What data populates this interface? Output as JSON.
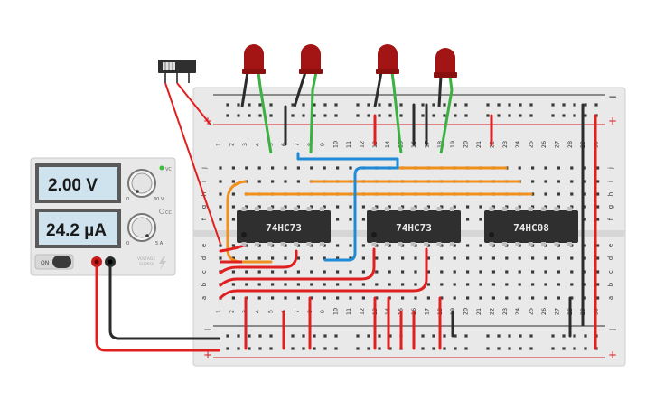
{
  "power_supply": {
    "voltage_display": "2.00 V",
    "current_display": "24.2 µA",
    "on_label": "ON",
    "voltage_knob_min": "0",
    "voltage_knob_max": "30 V",
    "current_knob_min": "0",
    "current_knob_max": "5 A",
    "vc_label": "VC",
    "cc_label": "CC",
    "brand_label_line1": "VOLTAGE",
    "brand_label_line2": "SUPPLY"
  },
  "chips": [
    {
      "label": "74HC73"
    },
    {
      "label": "74HC73"
    },
    {
      "label": "74HC08"
    }
  ],
  "breadboard": {
    "rail_plus": "+",
    "rail_minus": "−",
    "row_letters_top": [
      "j",
      "i",
      "h",
      "g",
      "f"
    ],
    "row_letters_bottom": [
      "e",
      "d",
      "c",
      "b",
      "a"
    ],
    "columns": [
      "1",
      "2",
      "3",
      "4",
      "5",
      "6",
      "7",
      "8",
      "9",
      "10",
      "11",
      "12",
      "13",
      "14",
      "15",
      "16",
      "17",
      "18",
      "19",
      "20",
      "21",
      "22",
      "23",
      "24",
      "25",
      "26",
      "27",
      "28",
      "29",
      "30"
    ]
  },
  "leds": [
    {
      "color": "#a31515"
    },
    {
      "color": "#a31515"
    },
    {
      "color": "#a31515"
    },
    {
      "color": "#a31515"
    }
  ],
  "colors": {
    "wire_red": "#e02020",
    "wire_black": "#2b2b2b",
    "wire_green": "#3cb043",
    "wire_orange": "#f0901a",
    "wire_blue": "#1f8bd6",
    "chip_body": "#2f2f2f",
    "psu_display": "#cfe3ee"
  }
}
